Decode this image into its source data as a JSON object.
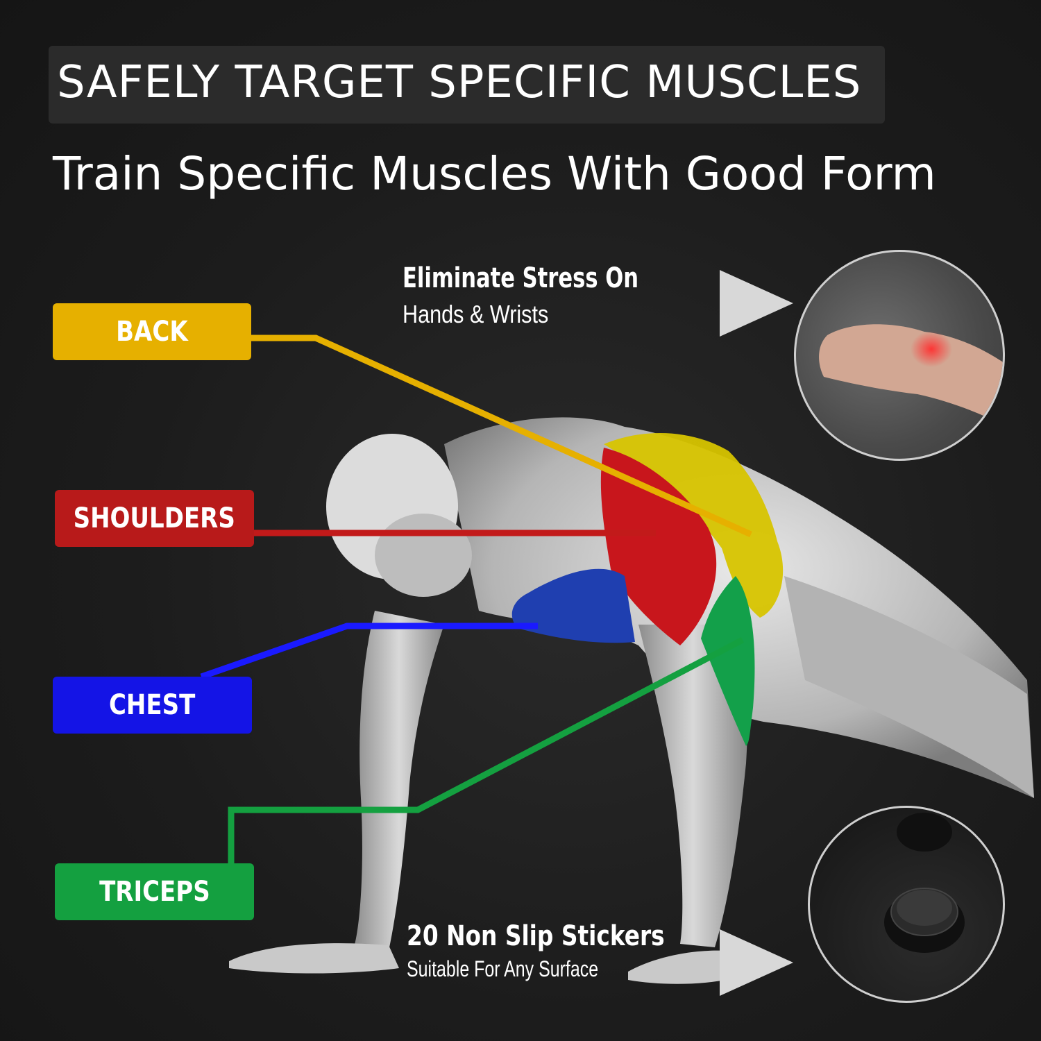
{
  "headline": "SAFELY TARGET SPECIFIC MUSCLES",
  "subheadline": "Train Specific Muscles With Good Form",
  "callouts": {
    "top": {
      "title": "Eliminate Stress On",
      "subtitle": "Hands & Wrists"
    },
    "bottom": {
      "title": "20 Non Slip Stickers",
      "subtitle": "Suitable For Any Surface"
    }
  },
  "muscles": [
    {
      "label": "BACK",
      "color": "#e6b000"
    },
    {
      "label": "SHOULDERS",
      "color": "#b81a1a"
    },
    {
      "label": "CHEST",
      "color": "#1414e6"
    },
    {
      "label": "TRICEPS",
      "color": "#14a040"
    }
  ],
  "colors": {
    "background": "#1c1c1c",
    "headline_box": "#2b2b2b",
    "arrow": "#d8d8d8"
  },
  "icons": [
    "wrist-pain-photo-icon",
    "non-slip-sticker-photo-icon",
    "arrow-right-icon"
  ]
}
